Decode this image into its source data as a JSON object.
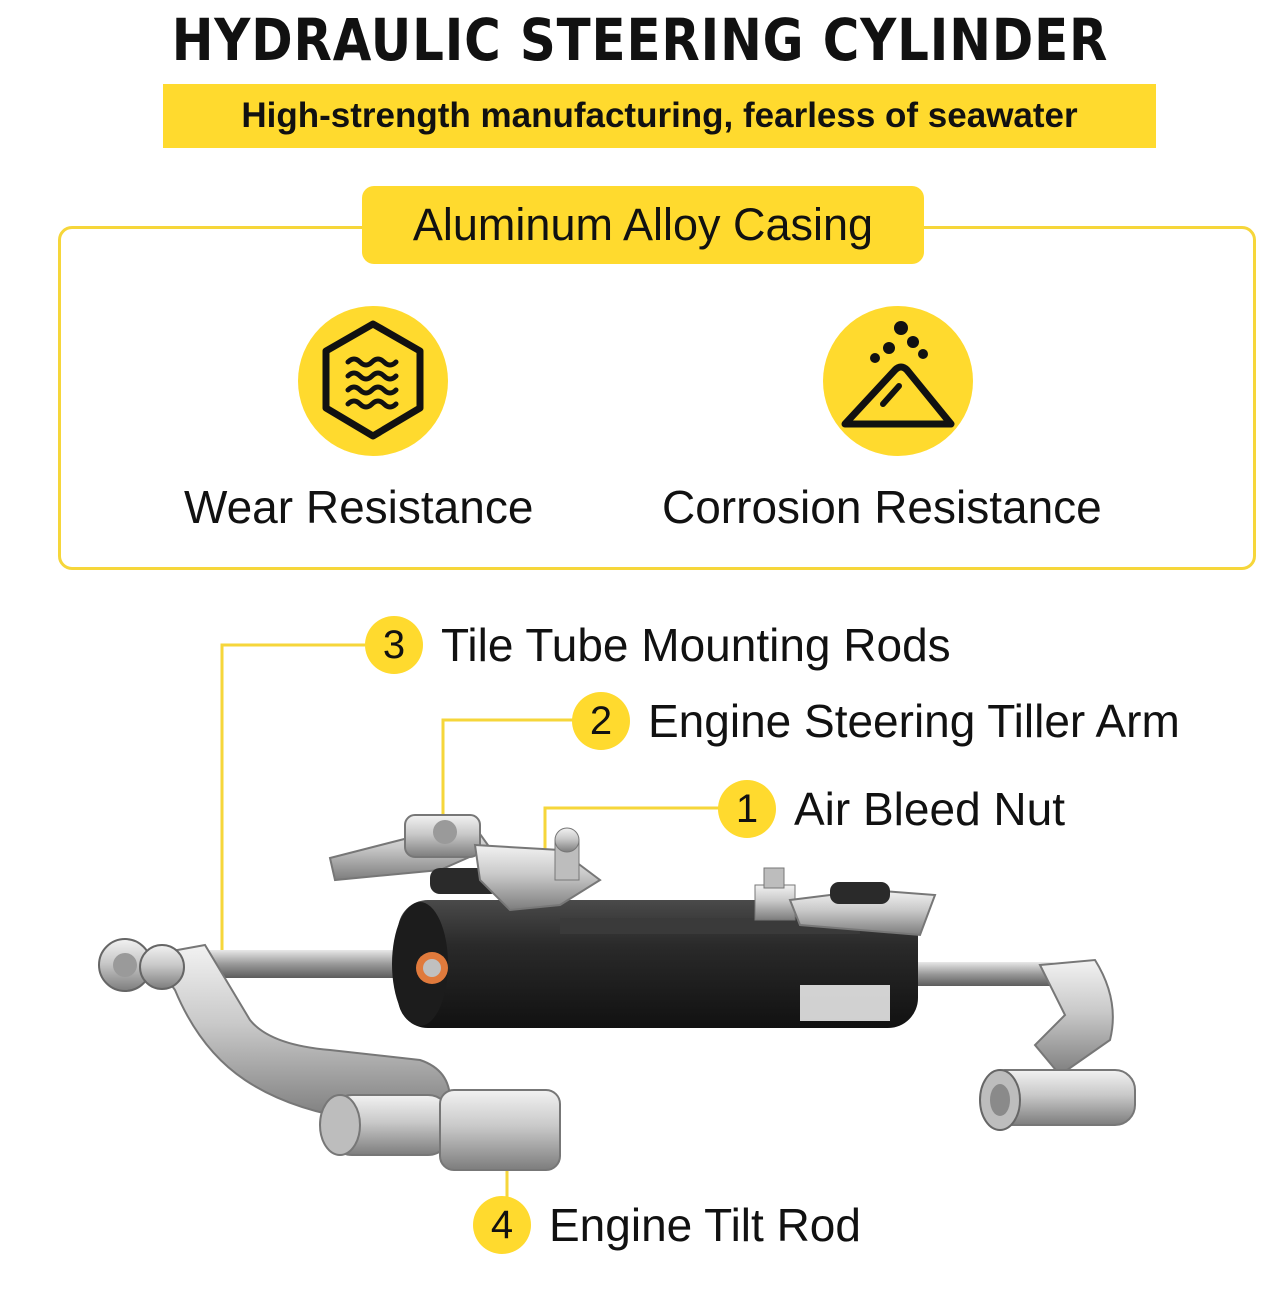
{
  "header": {
    "title": "HYDRAULIC STEERING CYLINDER",
    "subtitle": "High-strength manufacturing, fearless of seawater"
  },
  "features": {
    "heading": "Aluminum Alloy Casing",
    "items": [
      {
        "label": "Wear Resistance",
        "icon": "hexagon-waves-icon"
      },
      {
        "label": "Corrosion Resistance",
        "icon": "corrosion-pile-icon"
      }
    ]
  },
  "callouts": [
    {
      "number": "3",
      "label": "Tile Tube Mounting Rods"
    },
    {
      "number": "2",
      "label": "Engine Steering Tiller Arm"
    },
    {
      "number": "1",
      "label": "Air Bleed Nut"
    },
    {
      "number": "4",
      "label": "Engine Tilt Rod"
    }
  ],
  "colors": {
    "accent": "#ffda2e",
    "frame": "#f6d63a",
    "text": "#111111",
    "background": "#ffffff"
  }
}
